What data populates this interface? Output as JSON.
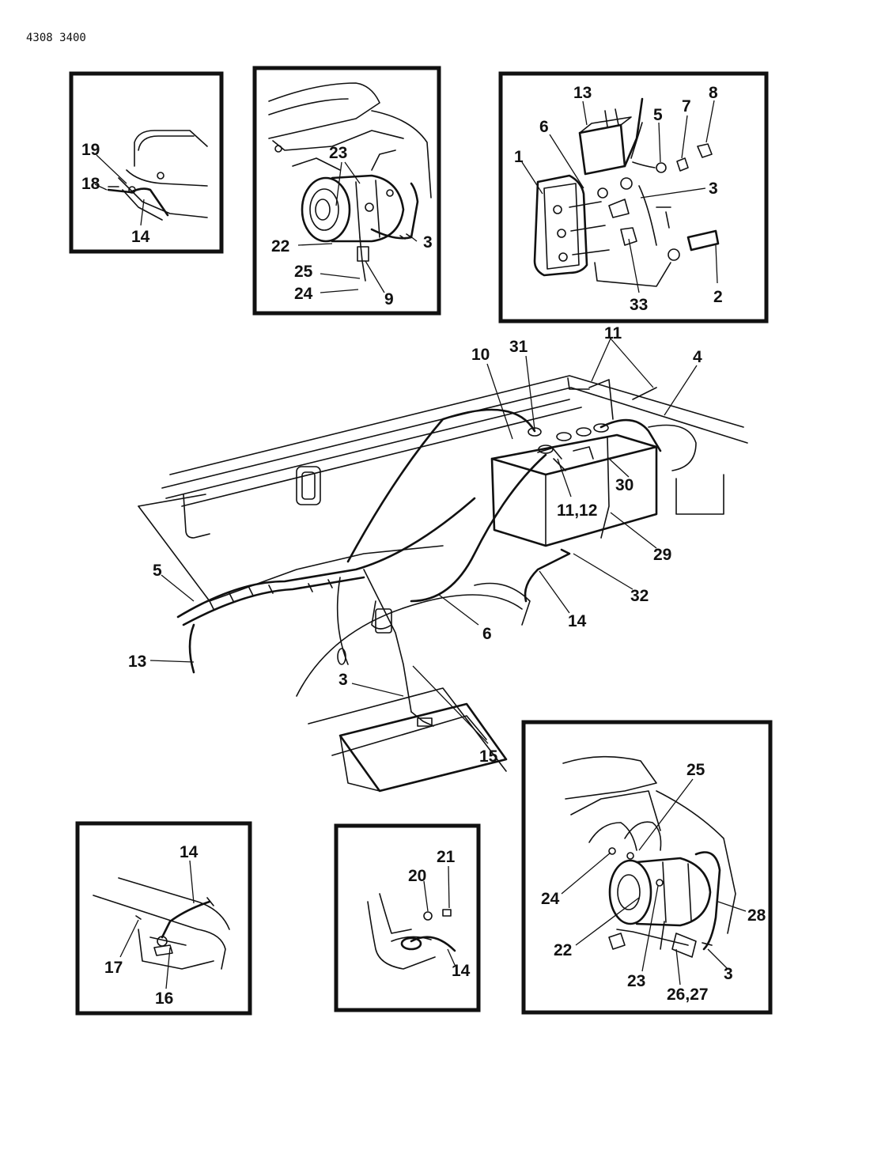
{
  "doc_code": "4308 3400",
  "colors": {
    "ink": "#111111",
    "paper": "#ffffff"
  },
  "callouts": {
    "p1": [
      "19",
      "18",
      "14"
    ],
    "p2": [
      "23",
      "22",
      "3",
      "25",
      "24",
      "9"
    ],
    "p3": [
      "13",
      "6",
      "5",
      "7",
      "8",
      "1",
      "3",
      "2",
      "33"
    ],
    "main": [
      "10",
      "31",
      "11",
      "4",
      "30",
      "11,12",
      "29",
      "5",
      "32",
      "14",
      "6",
      "13",
      "3",
      "15"
    ],
    "p4": [
      "14",
      "17",
      "16"
    ],
    "p5": [
      "21",
      "20",
      "14"
    ],
    "p6": [
      "25",
      "24",
      "28",
      "22",
      "3",
      "23",
      "26,27"
    ]
  }
}
